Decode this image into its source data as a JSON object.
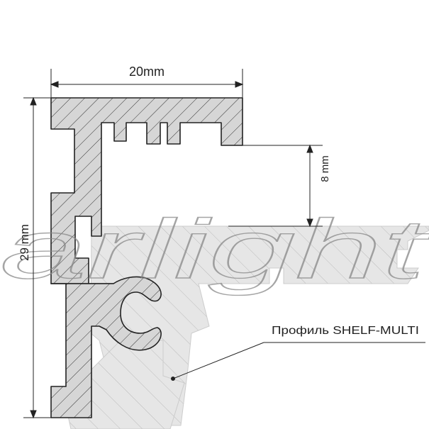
{
  "dimensions": {
    "width_label": "20mm",
    "height_label": "29 mm",
    "gap_label": "8 mm"
  },
  "callout": {
    "label": "Профиль SHELF-MULTI"
  },
  "watermark": "arlight",
  "colors": {
    "profile_fill": "#d6d6d6",
    "background_profile_fill": "#e6e6e6",
    "line": "#222222"
  }
}
